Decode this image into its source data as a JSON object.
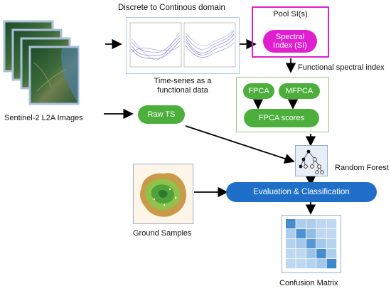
{
  "labels": {
    "discrete_to_continuous": "Discrete to Continous domain",
    "time_series": "Time-series as a\nfunctional data",
    "sentinel": "Sentinel-2 L2A Images",
    "pool_si": "Pool SI(s)",
    "spectral_index": "Spectral\nIndex (SI)",
    "functional_spectral_index": "Functional spectral index",
    "fpca": "FPCA",
    "mfpca": "MFPCA",
    "fpca_scores": "FPCA scores",
    "raw_ts": "Raw TS",
    "random_forest": "Random Forest",
    "evaluation": "Evaluation & Classification",
    "ground_samples": "Ground Samples",
    "confusion_matrix": "Confusion Matrix"
  },
  "colors": {
    "green": "#4caf3c",
    "magenta": "#e020d0",
    "blue": "#1f6fc8",
    "green_border": "#8fce7a"
  },
  "confusion_matrix_levels": [
    [
      0.85,
      0.25,
      0.25,
      0.15,
      0.15
    ],
    [
      0.25,
      0.8,
      0.4,
      0.15,
      0.15
    ],
    [
      0.2,
      0.3,
      0.75,
      0.3,
      0.2
    ],
    [
      0.15,
      0.15,
      0.35,
      0.85,
      0.25
    ],
    [
      0.15,
      0.15,
      0.2,
      0.3,
      0.9
    ]
  ]
}
